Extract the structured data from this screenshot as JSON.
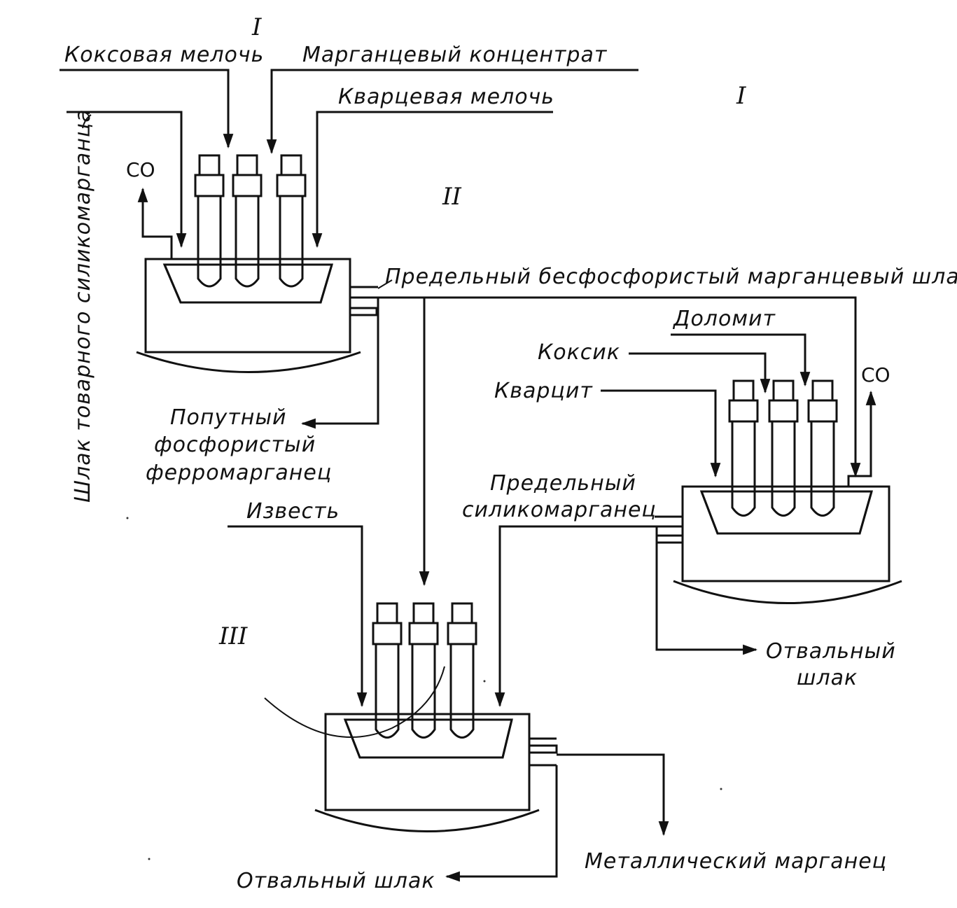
{
  "stages": {
    "stage1": "I",
    "stage2": "II",
    "stage3": "III",
    "tick": "I"
  },
  "furnace1": {
    "coke_fines": "Коксовая мелочь",
    "mn_concentrate": "Марганцевый концентрат",
    "quartz_fines": "Кварцевая мелочь",
    "slag_feed": "Шлак товарного силикомарганца",
    "gas": "CO",
    "byproduct": [
      "Попутный",
      "фосфористый",
      "ферромарганец"
    ]
  },
  "transfer": {
    "slag": "Предельный бесфосфористый марганцевый шлак"
  },
  "furnace2": {
    "dolomite": "Доломит",
    "coke_nut": "Коксик",
    "quartzite": "Кварцит",
    "gas": "CO",
    "product": [
      "Предельный",
      "силикомарганец"
    ],
    "waste": [
      "Отвальный",
      "шлак"
    ]
  },
  "furnace3": {
    "lime": "Известь",
    "metal": "Металлический марганец",
    "waste": "Отвальный шлак"
  }
}
